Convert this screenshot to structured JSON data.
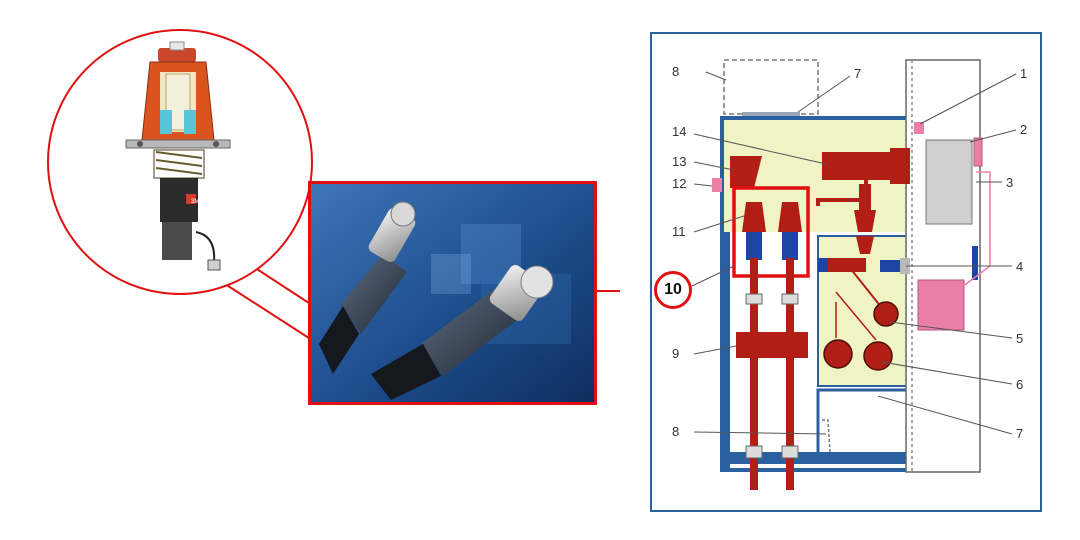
{
  "callout_numbers": {
    "n1": "1",
    "n2": "2",
    "n3": "3",
    "n4": "4",
    "n5": "5",
    "n6": "6",
    "n7_top": "7",
    "n7_bottom": "7",
    "n8_top": "8",
    "n8_bottom": "8",
    "n9": "9",
    "n11": "11",
    "n12": "12",
    "n13": "13",
    "n14": "14"
  },
  "highlight_badge": "10",
  "connector_logo_text": "3M",
  "colors": {
    "callout_red": "#e01010",
    "frame_blue": "#2a5fa0",
    "busbar_red": "#b01e16",
    "chamber_yellow": "#f0f3c4",
    "insulator_blue": "#1f44a8",
    "relay_pink": "#ec7fa8",
    "photo_bg_blue": "#1f4f8f"
  }
}
